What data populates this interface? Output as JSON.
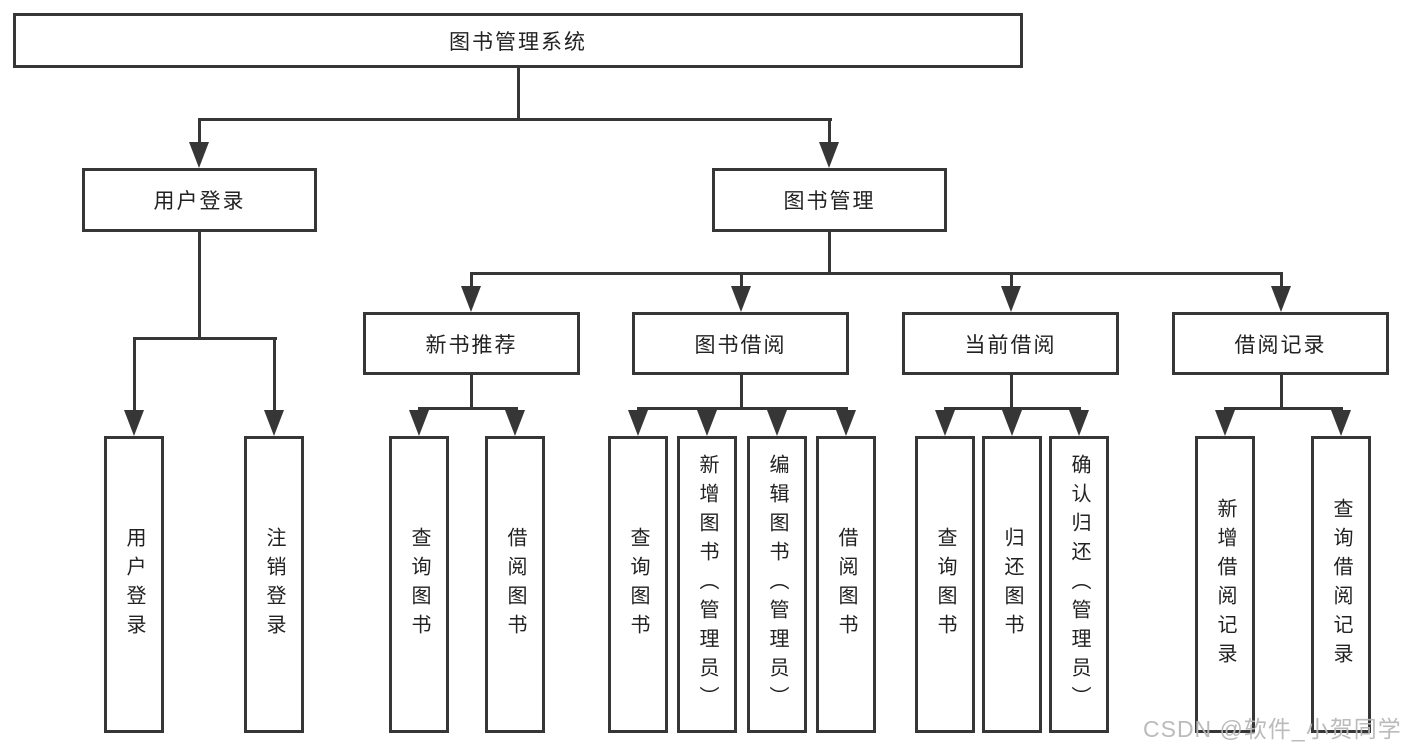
{
  "diagram": {
    "title": "图书管理系统",
    "nodes": {
      "root": {
        "label": "图书管理系统"
      },
      "level2": [
        {
          "id": "user-login",
          "label": "用户登录"
        },
        {
          "id": "book-management",
          "label": "图书管理"
        }
      ],
      "level3": [
        {
          "id": "new-book-recommend",
          "label": "新书推荐",
          "parent": "图书管理"
        },
        {
          "id": "book-borrowing",
          "label": "图书借阅",
          "parent": "图书管理"
        },
        {
          "id": "current-borrowing",
          "label": "当前借阅",
          "parent": "图书管理"
        },
        {
          "id": "borrowing-records",
          "label": "借阅记录",
          "parent": "图书管理"
        }
      ],
      "leaves": [
        {
          "label": "用户登录",
          "parent": "用户登录"
        },
        {
          "label": "注销登录",
          "parent": "用户登录"
        },
        {
          "label": "查询图书",
          "parent": "新书推荐"
        },
        {
          "label": "借阅图书",
          "parent": "新书推荐"
        },
        {
          "label": "查询图书",
          "parent": "图书借阅"
        },
        {
          "label": "新增图书（管理员）",
          "parent": "图书借阅"
        },
        {
          "label": "编辑图书（管理员）",
          "parent": "图书借阅"
        },
        {
          "label": "借阅图书",
          "parent": "图书借阅"
        },
        {
          "label": "查询图书",
          "parent": "当前借阅"
        },
        {
          "label": "归还图书",
          "parent": "当前借阅"
        },
        {
          "label": "确认归还（管理员）",
          "parent": "当前借阅"
        },
        {
          "label": "新增借阅记录",
          "parent": "借阅记录"
        },
        {
          "label": "查询借阅记录",
          "parent": "借阅记录"
        }
      ]
    },
    "colors": {
      "line": "#363636",
      "text": "#222222",
      "background": "#ffffff",
      "watermark": "#b7b7b7"
    }
  },
  "watermark": "CSDN @软件_小贺同学"
}
